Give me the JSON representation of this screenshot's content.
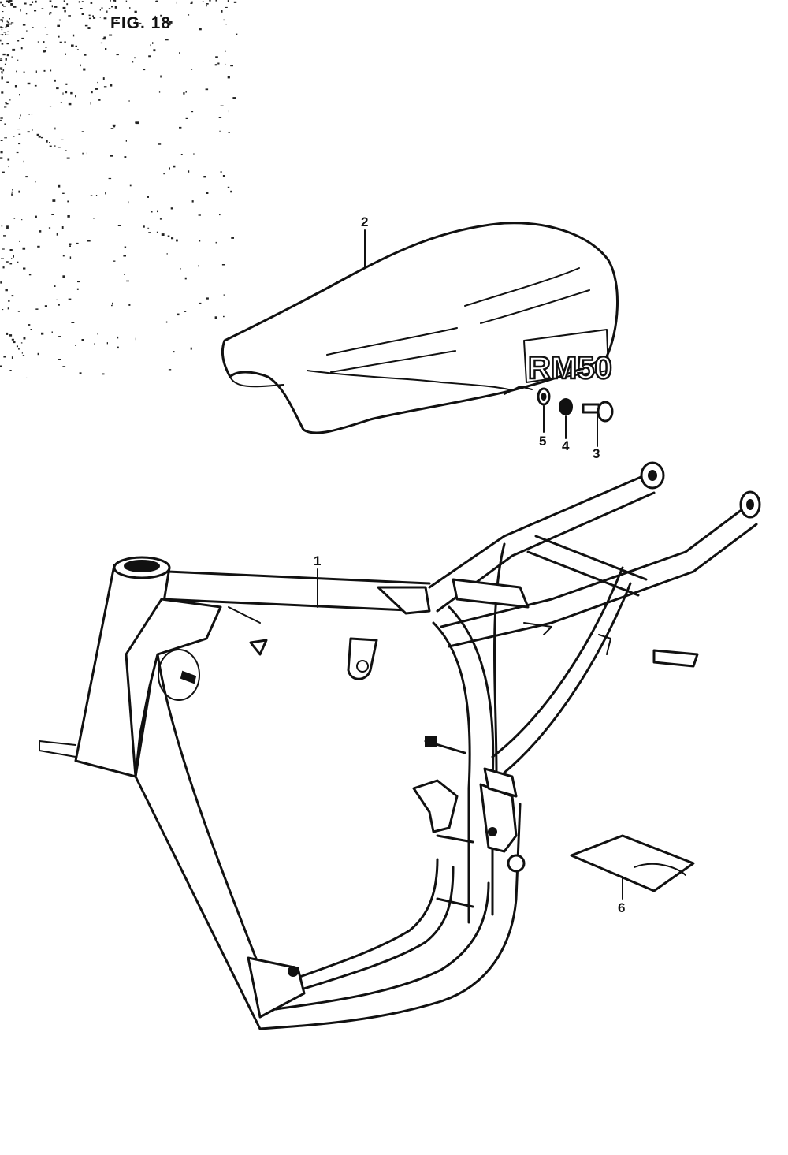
{
  "figure": {
    "label": "FIG. 18"
  },
  "seat_decal": "RM50",
  "callouts": [
    {
      "id": "1",
      "label": "1"
    },
    {
      "id": "2",
      "label": "2"
    },
    {
      "id": "3",
      "label": "3"
    },
    {
      "id": "4",
      "label": "4"
    },
    {
      "id": "5",
      "label": "5"
    },
    {
      "id": "6",
      "label": "6"
    }
  ]
}
